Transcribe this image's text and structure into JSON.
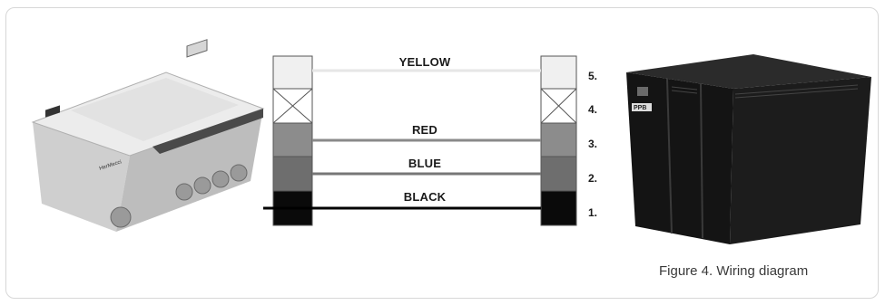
{
  "figure": {
    "caption": "Figure 4. Wiring diagram"
  },
  "wires": [
    {
      "pin": "5.",
      "color_name": "YELLOW",
      "line_color": "#e6e6e6",
      "terminal_fill": "#f0f0f0"
    },
    {
      "pin": "4.",
      "color_name": "",
      "line_color": "",
      "terminal_fill": "#ffffff",
      "crossed": true
    },
    {
      "pin": "3.",
      "color_name": "RED",
      "line_color": "#8a8a8a",
      "terminal_fill": "#8c8c8c"
    },
    {
      "pin": "2.",
      "color_name": "BLUE",
      "line_color": "#777777",
      "terminal_fill": "#6e6e6e"
    },
    {
      "pin": "1.",
      "color_name": "BLACK",
      "line_color": "#000000",
      "terminal_fill": "#0a0a0a"
    }
  ],
  "devices": {
    "left_controller_brand": "PPB",
    "left_controller_model": "HerMecci"
  }
}
